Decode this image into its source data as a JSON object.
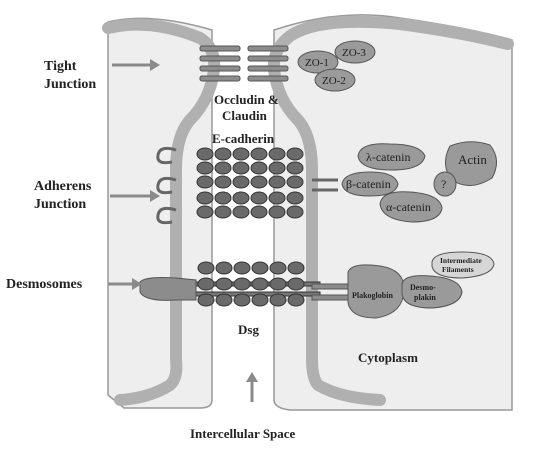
{
  "labels": {
    "tight_junction": [
      "Tight",
      "Junction"
    ],
    "adherens_junction": [
      "Adherens",
      "Junction"
    ],
    "desmosomes": "Desmosomes",
    "occludin_claudin": [
      "Occludin &",
      "Claudin"
    ],
    "e_cadherin": "E-cadherin",
    "dsg": "Dsg",
    "cytoplasm": "Cytoplasm",
    "intercellular_space": "Intercellular Space",
    "zo1": "ZO-1",
    "zo2": "ZO-2",
    "zo3": "ZO-3",
    "lambda_catenin": "λ-catenin",
    "beta_catenin": "β-catenin",
    "alpha_catenin": "α-catenin",
    "actin": "Actin",
    "unknown": "?",
    "plakoglobin": "Plakoglobin",
    "desmoplakin": [
      "Desmo-",
      "plakin"
    ],
    "intermediate_filaments": [
      "Intermediate",
      "Filaments"
    ]
  },
  "colors": {
    "cell_fill": "#eeeeee",
    "membrane": "#b5b5b5",
    "protein": "#8c8c8c",
    "outline": "#555555",
    "arrow": "#8a8a8a"
  }
}
